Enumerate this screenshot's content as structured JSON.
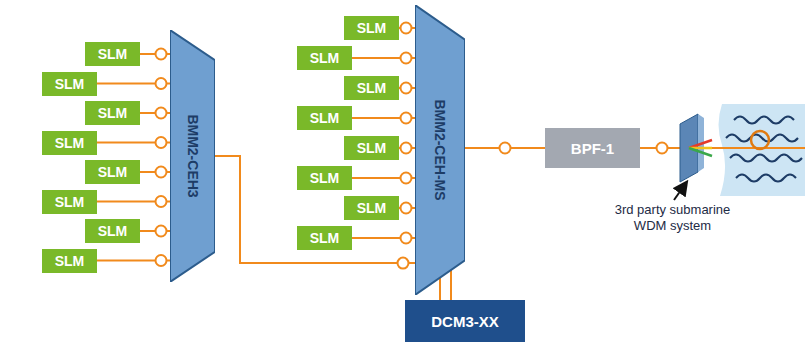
{
  "diagram": {
    "nodes": [
      {
        "text": [
          "SLM"
        ]
      },
      {
        "text": [
          "SLM"
        ]
      },
      {
        "text": [
          "SLM"
        ]
      },
      {
        "text": [
          "SLM"
        ]
      },
      {
        "text": [
          "SLM"
        ]
      },
      {
        "text": [
          "SLM"
        ]
      },
      {
        "text": [
          "SLM"
        ]
      },
      {
        "text": [
          "SLM"
        ]
      },
      {
        "text": [
          "BMM2-CEH3"
        ]
      },
      {
        "text": [
          "SLM"
        ]
      },
      {
        "text": [
          "SLM"
        ]
      },
      {
        "text": [
          "SLM"
        ]
      },
      {
        "text": [
          "SLM"
        ]
      },
      {
        "text": [
          "SLM"
        ]
      },
      {
        "text": [
          "SLM"
        ]
      },
      {
        "text": [
          "SLM"
        ]
      },
      {
        "text": [
          "SLM"
        ]
      },
      {
        "text": [
          "BMM2-CEH-MS"
        ]
      },
      {
        "text": [
          "BPF-1"
        ]
      },
      {
        "text": [
          "DCM3-XX"
        ]
      }
    ],
    "edges": [
      {
        "from": 0,
        "to": 8,
        "arrow": "none"
      },
      {
        "from": 1,
        "to": 8,
        "arrow": "none"
      },
      {
        "from": 2,
        "to": 8,
        "arrow": "none"
      },
      {
        "from": 3,
        "to": 8,
        "arrow": "none"
      },
      {
        "from": 4,
        "to": 8,
        "arrow": "none"
      },
      {
        "from": 5,
        "to": 8,
        "arrow": "none"
      },
      {
        "from": 6,
        "to": 8,
        "arrow": "none"
      },
      {
        "from": 7,
        "to": 8,
        "arrow": "none"
      },
      {
        "from": 9,
        "to": 17,
        "arrow": "none"
      },
      {
        "from": 10,
        "to": 17,
        "arrow": "none"
      },
      {
        "from": 11,
        "to": 17,
        "arrow": "none"
      },
      {
        "from": 12,
        "to": 17,
        "arrow": "none"
      },
      {
        "from": 13,
        "to": 17,
        "arrow": "none"
      },
      {
        "from": 14,
        "to": 17,
        "arrow": "none"
      },
      {
        "from": 15,
        "to": 17,
        "arrow": "none"
      },
      {
        "from": 16,
        "to": 17,
        "arrow": "none"
      },
      {
        "from": 8,
        "to": 17,
        "arrow": "none"
      },
      {
        "from": 17,
        "to": 18,
        "arrow": "none"
      },
      {
        "from": 17,
        "to": 19,
        "arrow": "none"
      },
      {
        "from": 17,
        "to": 19,
        "arrow": "none"
      }
    ],
    "labels": [
      "3rd party submarine WDM system"
    ]
  }
}
